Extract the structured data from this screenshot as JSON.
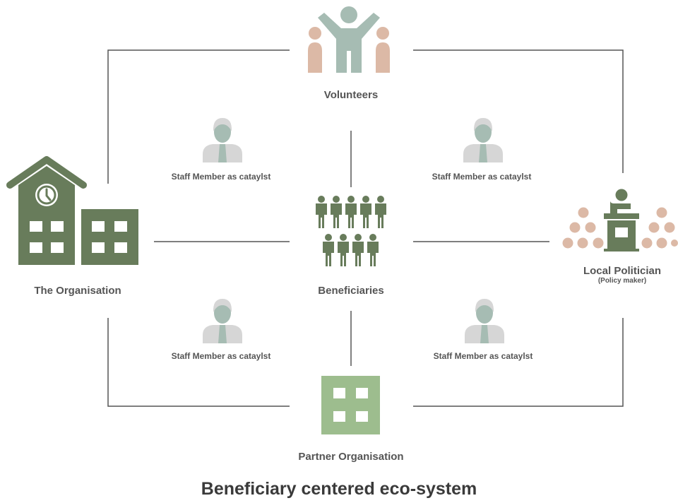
{
  "title": "Beneficiary centered eco-system",
  "nodes": {
    "volunteers": {
      "label": "Volunteers",
      "icon": "volunteers-icon"
    },
    "organisation": {
      "label": "The Organisation",
      "icon": "school-building-icon"
    },
    "beneficiaries": {
      "label": "Beneficiaries",
      "icon": "people-group-icon"
    },
    "politician": {
      "label": "Local Politician",
      "sublabel": "(Policy maker)",
      "icon": "politician-podium-icon"
    },
    "partner": {
      "label": "Partner Organisation",
      "icon": "partner-building-icon"
    }
  },
  "staff": [
    {
      "label": "Staff Member as cataylst",
      "icon": "staff-member-icon"
    },
    {
      "label": "Staff Member as cataylst",
      "icon": "staff-member-icon"
    },
    {
      "label": "Staff Member as cataylst",
      "icon": "staff-member-icon"
    },
    {
      "label": "Staff Member as cataylst",
      "icon": "staff-member-icon"
    }
  ],
  "colors": {
    "dark_green": "#687c5b",
    "sage": "#a6bcb3",
    "light_green": "#9dbd8e",
    "peach": "#dcb9a6",
    "line": "#555555",
    "staff_grey": "#d6d6d6"
  }
}
